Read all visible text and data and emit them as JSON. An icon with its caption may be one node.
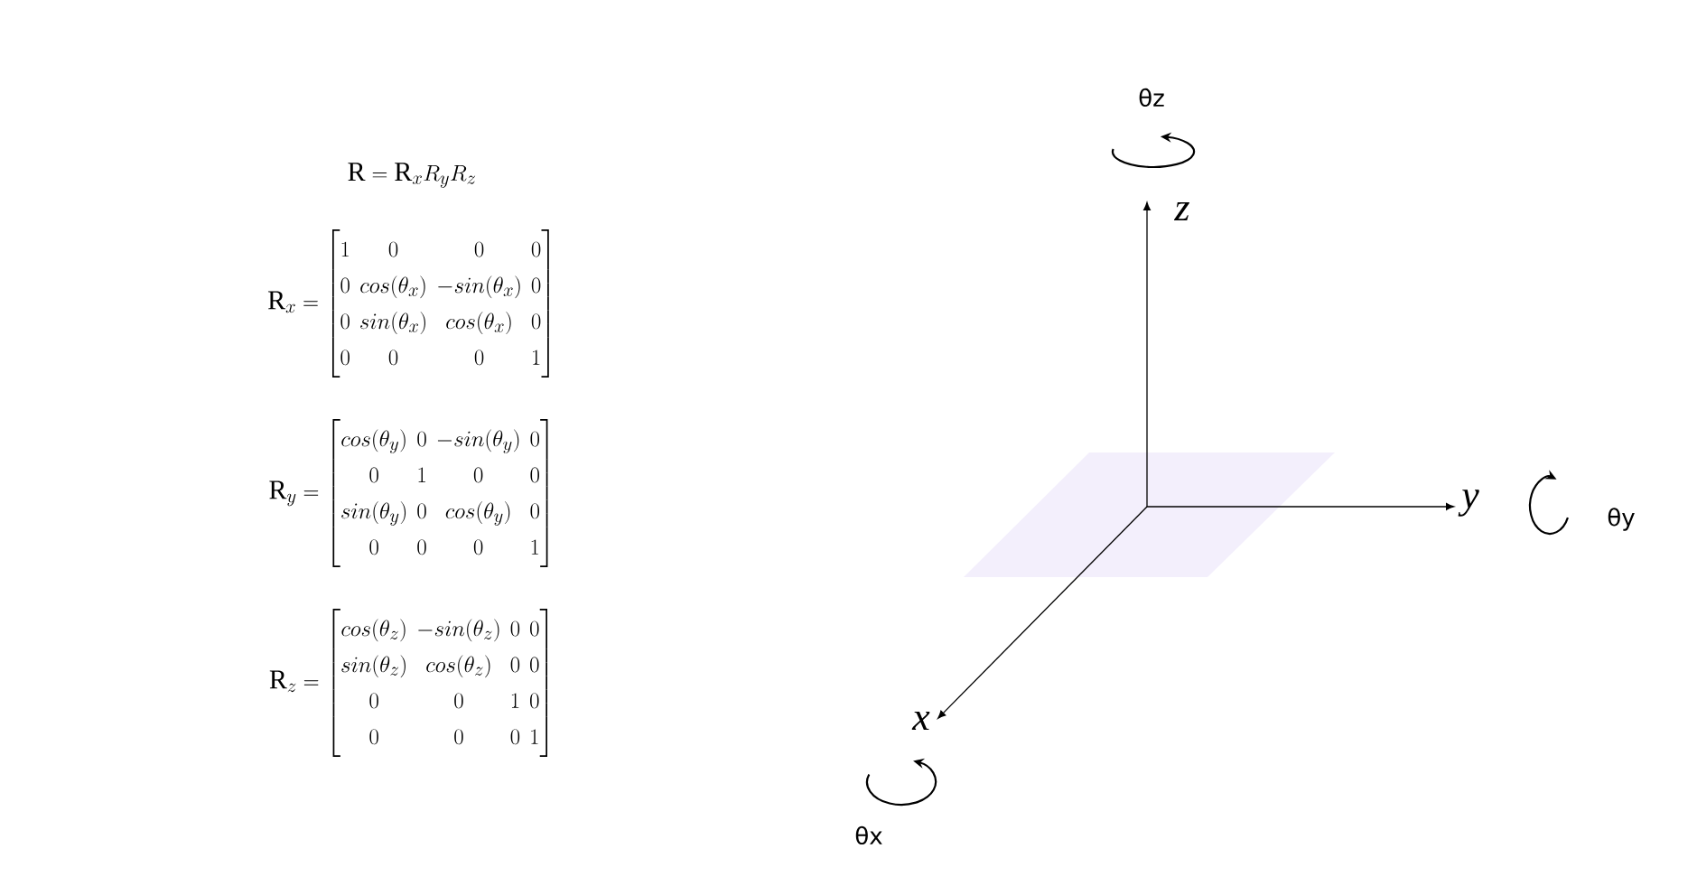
{
  "diagram": {
    "labels": [
      "\\mathrm{R} = \\mathrm{R}_x R_y R_z",
      "\\mathrm{R}_x = \\begin{bmatrix}1 & 0 & 0 & 0\\\\ 0 & cos(\\theta_x) & -sin(\\theta_x) & 0\\\\ 0 & sin(\\theta_x) & cos(\\theta_x) & 0\\\\ 0 & 0 & 0 & 1\\end{bmatrix}",
      "\\mathrm{R}_y = \\begin{bmatrix}cos(\\theta_y) & 0 & -sin(\\theta_y) & 0\\\\ 0 & 1 & 0 & 0\\\\ sin(\\theta_y) & 0 & cos(\\theta_y) & 0\\\\ 0 & 0 & 0 & 1\\end{bmatrix}",
      "\\mathrm{R}_z = \\begin{bmatrix}cos(\\theta_z) & -sin(\\theta_z) & 0 & 0\\\\ sin(\\theta_z) & cos(\\theta_z) & 0 & 0\\\\ 0 & 0 & 1 & 0\\\\ 0 & 0 & 0 & 1\\end{bmatrix}",
      "θz",
      "z",
      "y",
      "θy",
      "x",
      "θx"
    ]
  }
}
